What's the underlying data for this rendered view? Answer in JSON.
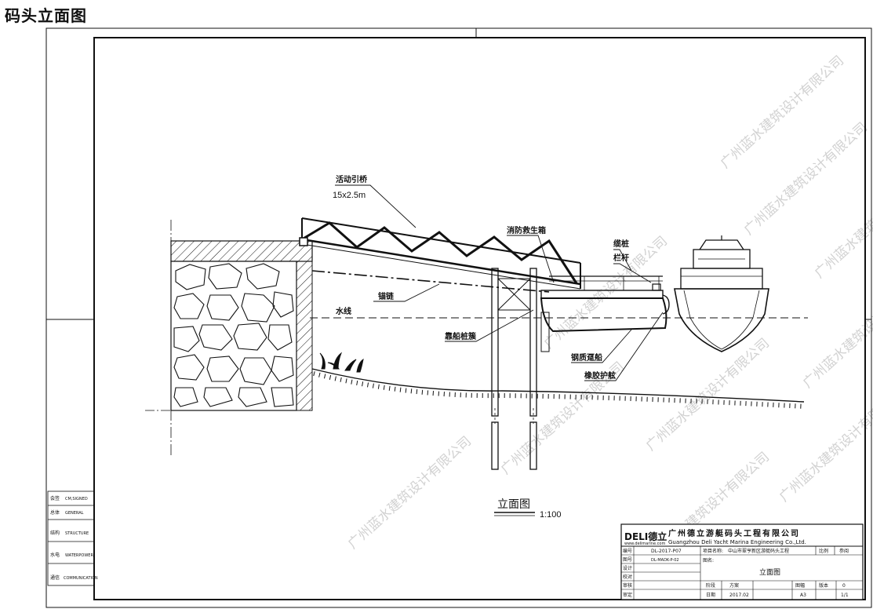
{
  "title": "码头立面图",
  "drawing": {
    "view_title": "立面图",
    "scale": "1:100",
    "labels": {
      "gangway": "活动引桥",
      "gangway_size": "15x2.5m",
      "chain": "锚链",
      "waterline": "水线",
      "fire_box": "消防救生箱",
      "bollard": "缆桩",
      "railing": "栏杆",
      "mooring_pile": "靠船桩簇",
      "steel_pontoon": "钢质趸船",
      "fender": "橡胶护舷"
    }
  },
  "side_table": [
    {
      "cn": "会签",
      "en": "CM,SIGNED"
    },
    {
      "cn": "总体",
      "en": "GENERAL"
    },
    {
      "cn": "结构",
      "en": "STRUCTURE"
    },
    {
      "cn": "水电",
      "en": "WATERPOWER"
    },
    {
      "cn": "通信",
      "en": "COMMUNICATION"
    }
  ],
  "title_block": {
    "logo": "DELI德立",
    "logo_sub": "www.delimarine.com",
    "company_cn": "广州德立游艇码头工程有限公司",
    "company_en": "Guangzhou Deli Yacht Marina Engineering Co.,Ltd.",
    "row_labels": [
      "编号",
      "图号",
      "设计",
      "校对",
      "审核",
      "审定"
    ],
    "number": "DL-2017-P07",
    "drawing_no": "DL-MADK-P-02",
    "project_label": "项目名称:",
    "project_name": "中山市翠亨新区游艇码头工程",
    "phase_label": "比例",
    "phase_value": "参阅",
    "drawing_name_label": "图名:",
    "drawing_name": "立面图",
    "stage_label": "阶段",
    "stage_value": "方案",
    "format_label": "图幅",
    "format_value": "A3",
    "version_label": "版本",
    "version_value": "0",
    "date_label": "日期",
    "date_value": "2017.02",
    "page_value": "1/1"
  },
  "watermark": "广州蓝水建筑设计有限公司"
}
